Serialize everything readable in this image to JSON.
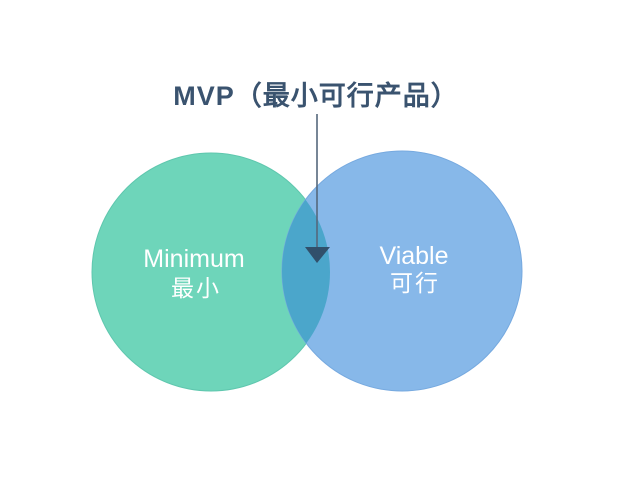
{
  "diagram": {
    "type": "venn",
    "title": "MVP（最小可行产品）",
    "title_color": "#3A536F",
    "background_color": "#FFFFFF",
    "label_color": "#FFFFFF",
    "arrow": {
      "line_color": "#55687C",
      "head_color": "#31506B"
    },
    "sets": [
      {
        "label_en": "Minimum",
        "label_zh": "最小",
        "fill": "#6ED5BA",
        "edge": "#5FC7AE"
      },
      {
        "label_en": "Viable",
        "label_zh": "可行",
        "fill": "#87B8E9",
        "edge": "#76A9DF"
      }
    ],
    "intersection": {
      "fill": "#4BA6CB"
    }
  }
}
